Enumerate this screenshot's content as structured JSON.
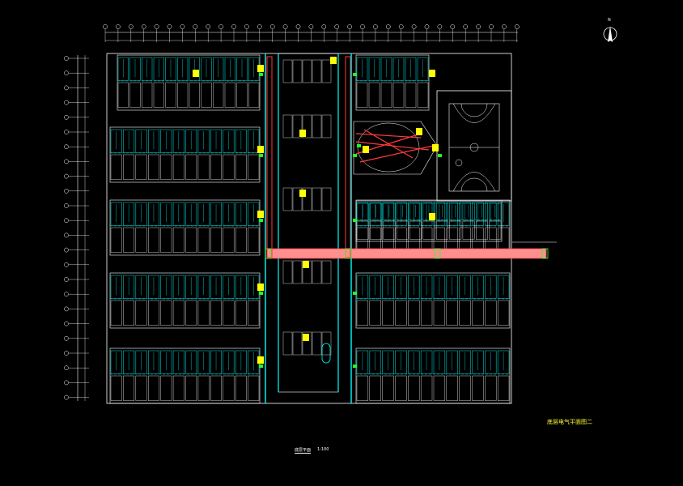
{
  "drawing": {
    "title": "底层电气平面图二",
    "plan_caption": "底层平面",
    "plan_scale": "1:100",
    "north_label": "N",
    "colors": {
      "background": "#000000",
      "wall": "#ffffff",
      "room_cyan": "#00e5e5",
      "corridor_cyan": "#00ffff",
      "wiring_red": "#ff3b3b",
      "pipe_fill": "#ff8f8f",
      "device_yellow": "#ffff00",
      "device_green": "#22ff22",
      "title_yellow": "#ffff33"
    }
  }
}
